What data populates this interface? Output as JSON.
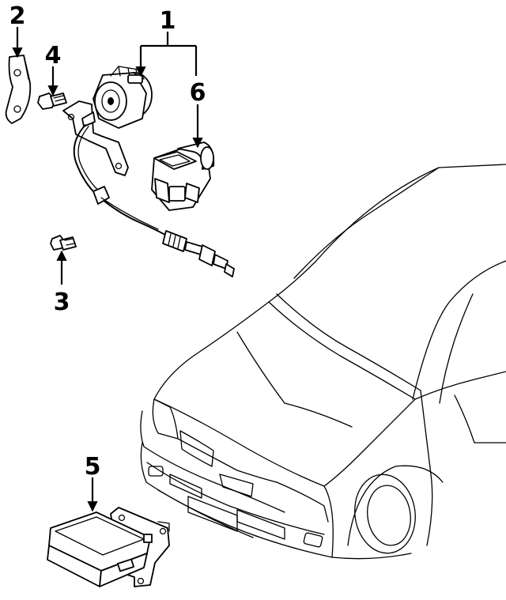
{
  "callouts": [
    {
      "id": "1",
      "label": "1"
    },
    {
      "id": "2",
      "label": "2"
    },
    {
      "id": "3",
      "label": "3"
    },
    {
      "id": "4",
      "label": "4"
    },
    {
      "id": "5",
      "label": "5"
    },
    {
      "id": "6",
      "label": "6"
    }
  ],
  "colors": {
    "ink": "#000000",
    "background": "#ffffff"
  }
}
